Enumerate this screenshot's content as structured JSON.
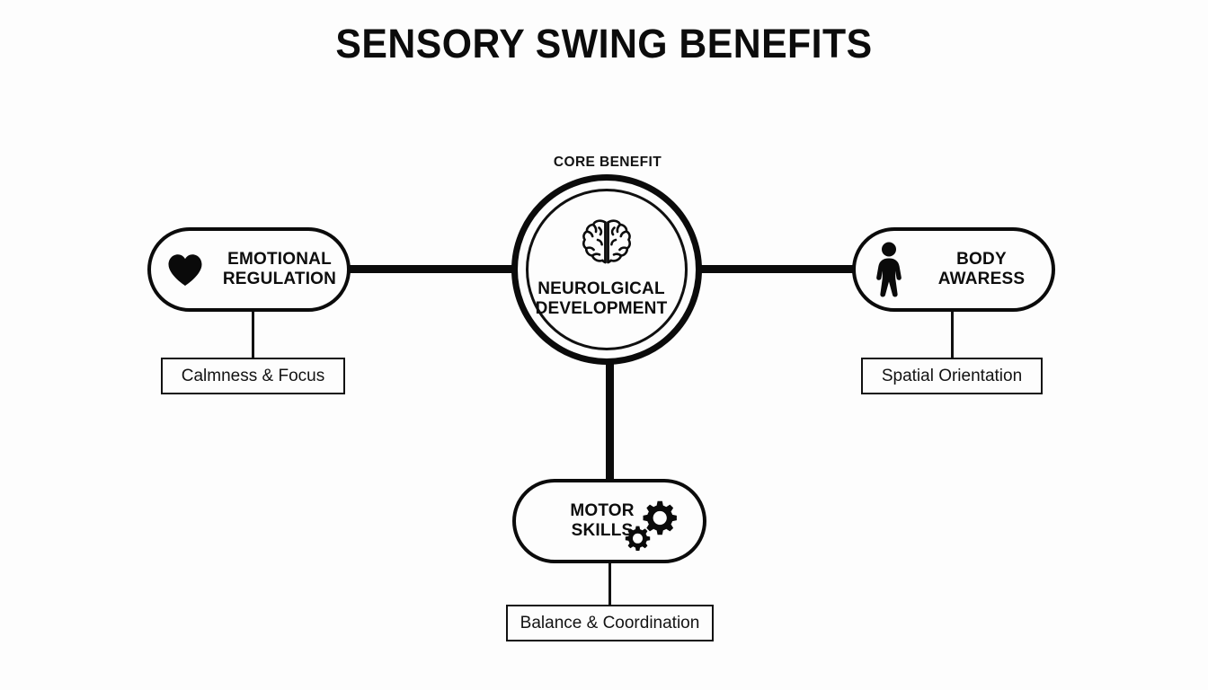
{
  "page": {
    "title": "SENSORY SWING BENEFITS",
    "background_color": "#fdfdfd",
    "ink_color": "#0b0b0b"
  },
  "diagram": {
    "type": "hub-and-spoke",
    "core": {
      "kicker": "CORE BENEFIT",
      "label_line1": "NEUROLGICAL",
      "label_line2": "DEVELOPMENT",
      "icon": "brain-icon"
    },
    "branches": [
      {
        "id": "emotional",
        "position": "left",
        "icon": "heart-icon",
        "label_line1": "EMOTIONAL",
        "label_line2": "REGULATION",
        "sub_label": "Calmness & Focus"
      },
      {
        "id": "body",
        "position": "right",
        "icon": "person-icon",
        "label_line1": "BODY",
        "label_line2": "AWARESS",
        "sub_label": "Spatial Orientation"
      },
      {
        "id": "motor",
        "position": "bottom",
        "icon": "gears-icon",
        "label_line1": "MOTOR",
        "label_line2": "SKILLS",
        "sub_label": "Balance & Coordination"
      }
    ]
  }
}
